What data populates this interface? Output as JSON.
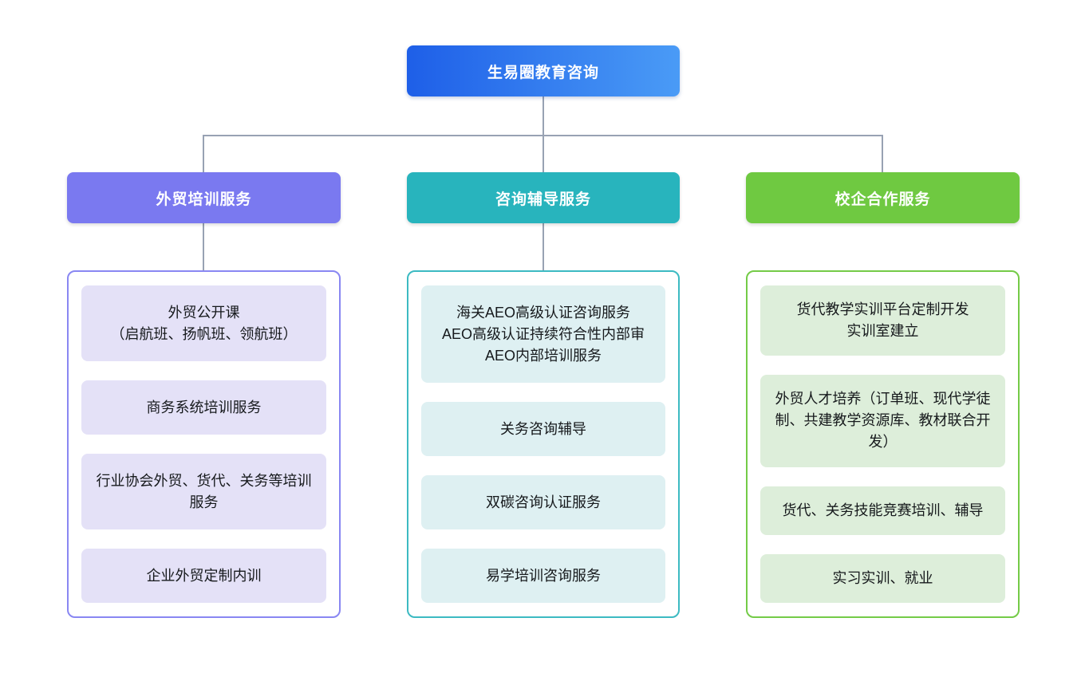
{
  "root": {
    "label": "生易圈教育咨询"
  },
  "colors": {
    "root_gradient_start": "#1e5fe8",
    "root_gradient_end": "#4a9bf6",
    "connector": "#98a2b3"
  },
  "branches": [
    {
      "label": "外贸培训服务",
      "colors": {
        "header": "#7a79f0",
        "border": "#8987f2",
        "item_bg": "#e4e1f7"
      },
      "items": [
        "外贸公开课\n（启航班、扬帆班、领航班）",
        "商务系统培训服务",
        "行业协会外贸、货代、关务等培训服务",
        "企业外贸定制内训"
      ]
    },
    {
      "label": "咨询辅导服务",
      "colors": {
        "header": "#28b4bd",
        "border": "#3cbac2",
        "item_bg": "#def0f2"
      },
      "items": [
        "海关AEO高级认证咨询服务\nAEO高级认证持续符合性内部审\nAEO内部培训服务",
        "关务咨询辅导",
        "双碳咨询认证服务",
        "易学培训咨询服务"
      ]
    },
    {
      "label": "校企合作服务",
      "colors": {
        "header": "#6fc941",
        "border": "#74cb47",
        "item_bg": "#ddeeda"
      },
      "items": [
        "货代教学实训平台定制开发\n实训室建立",
        "外贸人才培养（订单班、现代学徒制、共建教学资源库、教材联合开发）",
        "货代、关务技能竞赛培训、辅导",
        "实习实训、就业"
      ]
    }
  ]
}
